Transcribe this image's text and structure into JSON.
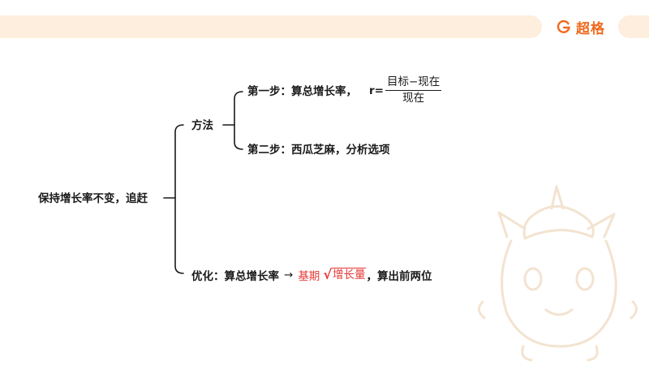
{
  "brand": {
    "name": "超格",
    "accent": "#f06a1e",
    "logo_icon": "g-logo-icon"
  },
  "diagram": {
    "root": "保持增长率不变，追赶",
    "method": {
      "label": "方法",
      "step1": {
        "label": "第一步：算总增长率，",
        "formula_var": "r=",
        "numerator": "目标−现在",
        "denominator": "现在"
      },
      "step2": {
        "label": "第二步：西瓜芝麻，分析选项"
      }
    },
    "optimize": {
      "label": "优化：算总增长率",
      "arrow": "→",
      "highlight": "基期",
      "radicand": "增长量",
      "suffix": "，算出前两位",
      "highlight_color": "#e53935"
    }
  }
}
